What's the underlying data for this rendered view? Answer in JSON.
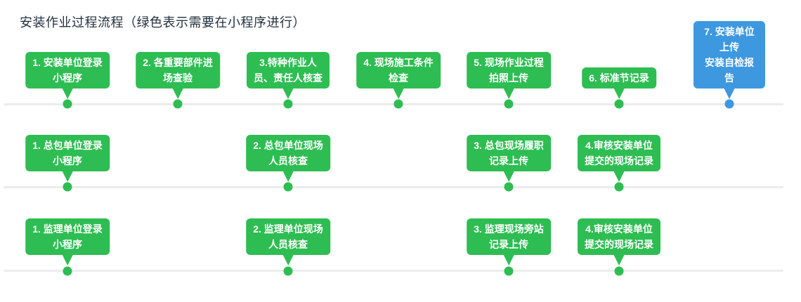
{
  "title": "安装作业过程流程（绿色表示需要在小程序进行）",
  "colors": {
    "green": "#2ebd52",
    "blue": "#3d98e0",
    "timeline_line": "#ececec",
    "title_text": "#22313f",
    "bubble_text": "#ffffff"
  },
  "rows": [
    {
      "steps": [
        {
          "label": "1. 安装单位登录\n小程序",
          "variant": "green"
        },
        {
          "label": "2. 各重要部件进\n场查验",
          "variant": "green"
        },
        {
          "label": "3.特种作业人\n员、责任人核查",
          "variant": "green"
        },
        {
          "label": "4. 现场施工条件\n检查",
          "variant": "green"
        },
        {
          "label": "5. 现场作业过程\n拍照上传",
          "variant": "green"
        },
        {
          "label": "6. 标准节记录",
          "variant": "green"
        },
        {
          "label": "7. 安装单位上传\n安装自检报告",
          "variant": "blue"
        }
      ]
    },
    {
      "steps": [
        {
          "label": "1. 总包单位登录\n小程序",
          "variant": "green"
        },
        {
          "label": "2. 总包单位现场\n人员核查",
          "variant": "green"
        },
        {
          "label": "3. 总包现场履职\n记录上传",
          "variant": "green"
        },
        {
          "label": "4.审核安装单位\n提交的现场记录",
          "variant": "green"
        }
      ]
    },
    {
      "steps": [
        {
          "label": "1. 监理单位登录\n小程序",
          "variant": "green"
        },
        {
          "label": "2. 监理单位现场\n人员核查",
          "variant": "green"
        },
        {
          "label": "3. 监理现场旁站\n记录上传",
          "variant": "green"
        },
        {
          "label": "4.审核安装单位\n提交的现场记录",
          "variant": "green"
        }
      ]
    }
  ]
}
